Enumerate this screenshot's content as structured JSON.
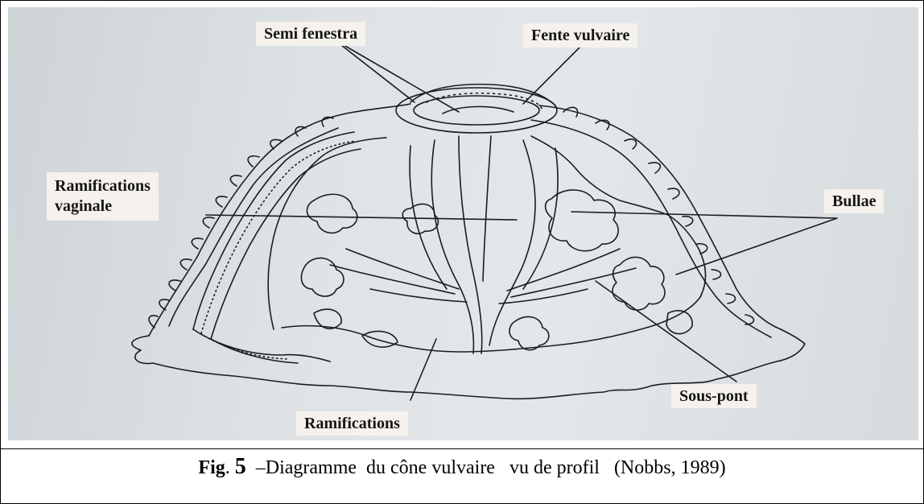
{
  "labels": {
    "semi_fenestra": "Semi fenestra",
    "fente_vulvaire": "Fente vulvaire",
    "ramifications_vaginale": "Ramifications\nvaginale",
    "bullae": "Bullae",
    "sous_pont": "Sous-pont",
    "ramifications": "Ramifications"
  },
  "caption": {
    "fig_word": "Fig",
    "fig_dot": ".",
    "fig_number": "5",
    "text": "–Diagramme  du cône vulvaire   vu de profil",
    "citation": "(Nobbs, 1989)"
  },
  "colors": {
    "ink": "#1a1a1a",
    "label_bg": "#f5f1ec",
    "photo_bg": "#dde1e4"
  }
}
